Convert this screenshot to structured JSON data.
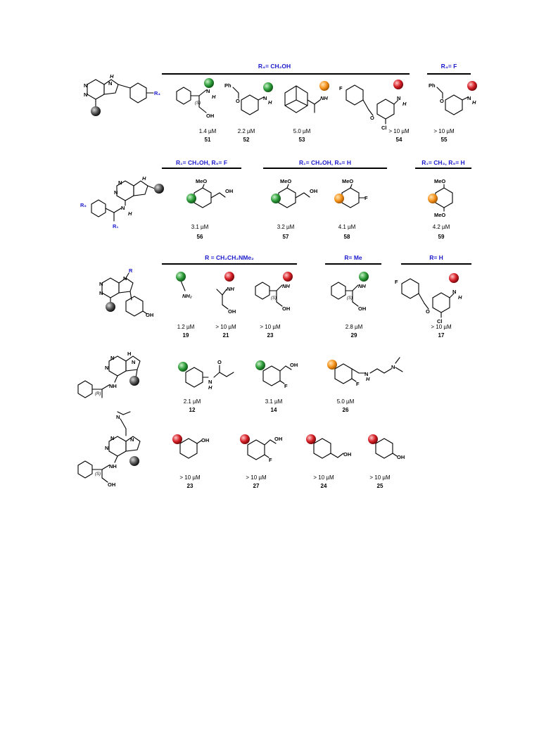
{
  "rows": [
    {
      "headers": [
        {
          "text": "R₄= CH₂OH"
        },
        {
          "text": "R₄= F"
        }
      ],
      "items": [
        {
          "value": "1.4 µM",
          "id": "51",
          "ball": "green"
        },
        {
          "value": "2.2 µM",
          "id": "52",
          "ball": "green"
        },
        {
          "value": "5.0 µM",
          "id": "53",
          "ball": "orange"
        },
        {
          "value": "> 10 µM",
          "id": "54",
          "ball": "red"
        },
        {
          "value": "> 10 µM",
          "id": "55",
          "ball": "red"
        }
      ]
    },
    {
      "headers": [
        {
          "text": "R₁= CH₂OH, R₅= F"
        },
        {
          "text": "R₁= CH₂OH, R₅= H"
        },
        {
          "text": "R₁= CH₃, R₅= H"
        }
      ],
      "items": [
        {
          "value": "3.1 µM",
          "id": "56",
          "ball": "green"
        },
        {
          "value": "3.2 µM",
          "id": "57",
          "ball": "green"
        },
        {
          "value": "4.1 µM",
          "id": "58",
          "ball": "orange"
        },
        {
          "value": "4.2 µM",
          "id": "59",
          "ball": "orange"
        }
      ]
    },
    {
      "headers": [
        {
          "text": "R = CH₂CH₂NMe₂"
        },
        {
          "text": "R= Me"
        },
        {
          "text": "R= H"
        }
      ],
      "items": [
        {
          "value": "1.2 µM",
          "id": "19",
          "ball": "green"
        },
        {
          "value": "> 10 µM",
          "id": "21",
          "ball": "red"
        },
        {
          "value": "> 10 µM",
          "id": "23",
          "ball": "red"
        },
        {
          "value": "2.8 µM",
          "id": "29",
          "ball": "green"
        },
        {
          "value": "> 10 µM",
          "id": "17",
          "ball": "red"
        }
      ]
    },
    {
      "items": [
        {
          "value": "2.1 µM",
          "id": "12",
          "ball": "green"
        },
        {
          "value": "3.1 µM",
          "id": "14",
          "ball": "green"
        },
        {
          "value": "5.0 µM",
          "id": "26",
          "ball": "orange"
        }
      ]
    },
    {
      "items": [
        {
          "value": "> 10 µM",
          "id": "23",
          "ball": "red"
        },
        {
          "value": "> 10 µM",
          "id": "27",
          "ball": "red"
        },
        {
          "value": "> 10 µM",
          "id": "24",
          "ball": "red"
        },
        {
          "value": "> 10 µM",
          "id": "25",
          "ball": "red"
        }
      ]
    }
  ],
  "labels": {
    "R4": "R₄",
    "R5": "R₅",
    "R1": "R₁",
    "R": "R",
    "H": "H",
    "N": "N",
    "NH": "NH",
    "OH": "OH",
    "NH2": "NH₂",
    "F": "F",
    "Cl": "Cl",
    "Ph": "Ph",
    "O": "O",
    "MeO": "MeO",
    "S": "(S)",
    "Rc": "(R)"
  },
  "colors": {
    "green": "#2e9e3a",
    "orange": "#f7941d",
    "red": "#d61f26",
    "grey": "#555555",
    "accent": "#1a1acc"
  }
}
